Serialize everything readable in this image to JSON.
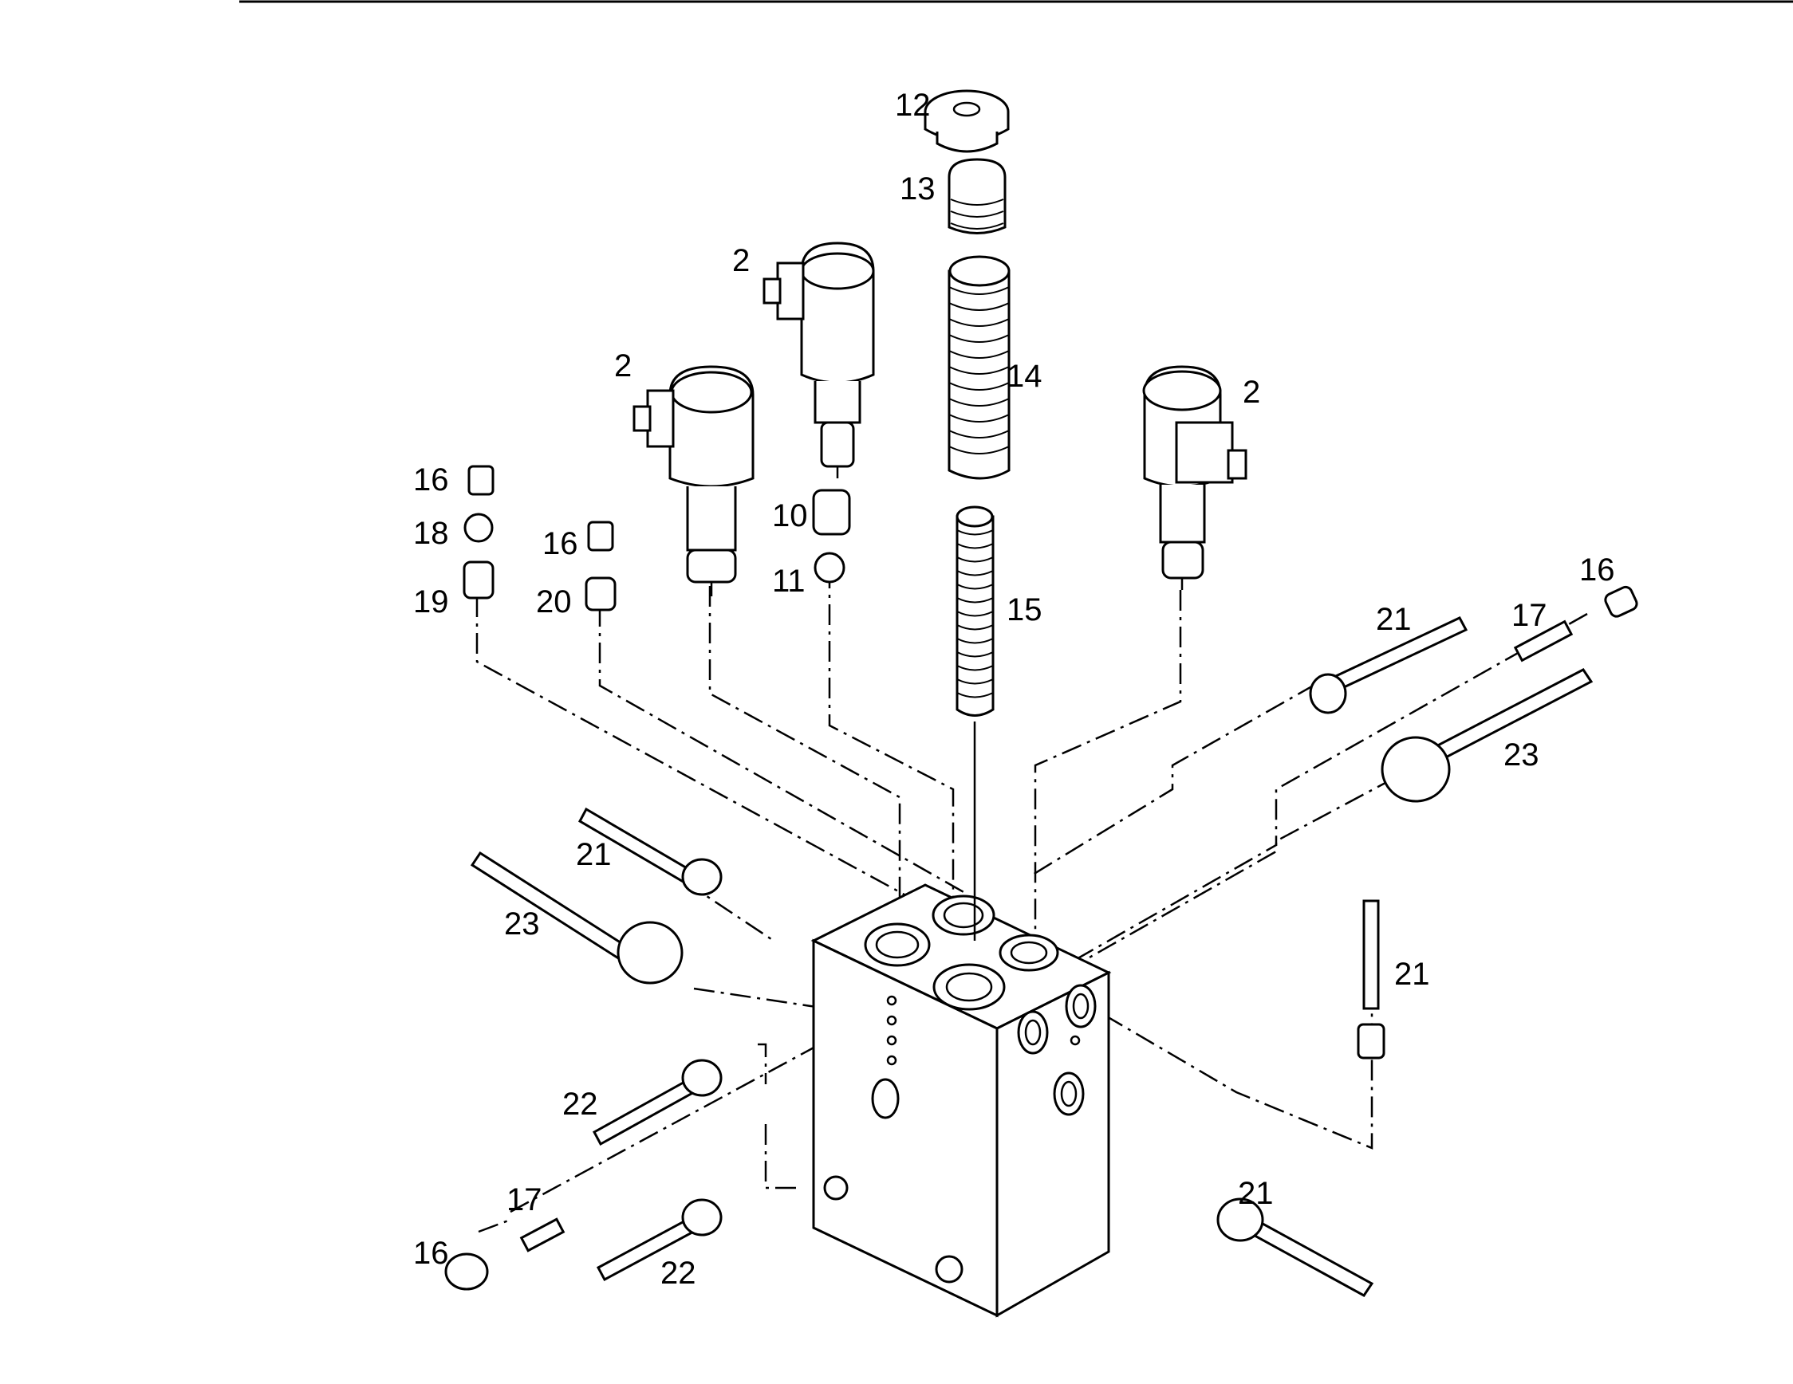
{
  "diagram": {
    "callouts": [
      {
        "id": "c12",
        "text": "12"
      },
      {
        "id": "c13",
        "text": "13"
      },
      {
        "id": "c2a",
        "text": "2"
      },
      {
        "id": "c2b",
        "text": "2"
      },
      {
        "id": "c2c",
        "text": "2"
      },
      {
        "id": "c14",
        "text": "14"
      },
      {
        "id": "c16a",
        "text": "16"
      },
      {
        "id": "c18",
        "text": "18"
      },
      {
        "id": "c19",
        "text": "19"
      },
      {
        "id": "c16b",
        "text": "16"
      },
      {
        "id": "c20",
        "text": "20"
      },
      {
        "id": "c10",
        "text": "10"
      },
      {
        "id": "c11",
        "text": "11"
      },
      {
        "id": "c15",
        "text": "15"
      },
      {
        "id": "c16c",
        "text": "16"
      },
      {
        "id": "c17a",
        "text": "17"
      },
      {
        "id": "c21a",
        "text": "21"
      },
      {
        "id": "c23a",
        "text": "23"
      },
      {
        "id": "c21b",
        "text": "21"
      },
      {
        "id": "c23b",
        "text": "23"
      },
      {
        "id": "c21c",
        "text": "21"
      },
      {
        "id": "c22a",
        "text": "22"
      },
      {
        "id": "c17b",
        "text": "17"
      },
      {
        "id": "c16d",
        "text": "16"
      },
      {
        "id": "c22b",
        "text": "22"
      },
      {
        "id": "c21d",
        "text": "21"
      }
    ]
  }
}
